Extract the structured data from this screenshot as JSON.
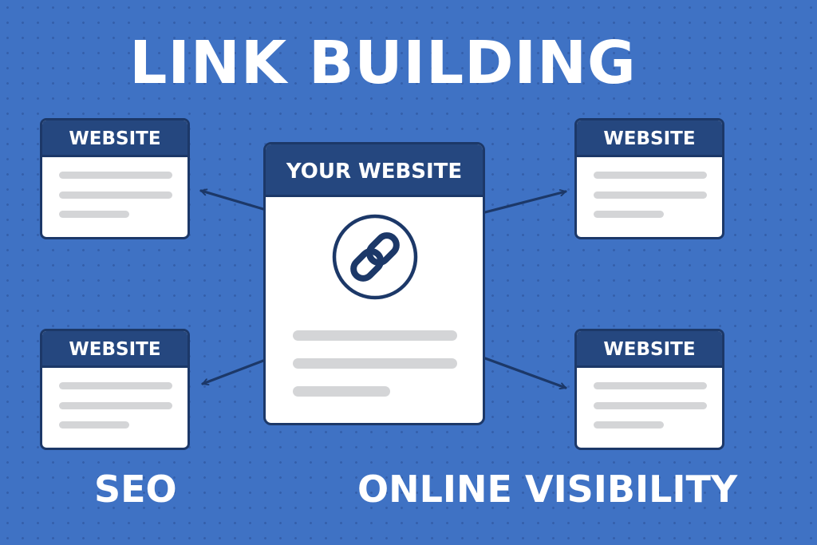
{
  "title": "LINK BUILDING",
  "center_card": {
    "header": "YOUR WEBSITE",
    "icon": "chain-link-icon"
  },
  "sites": [
    {
      "header": "WEBSITE"
    },
    {
      "header": "WEBSITE"
    },
    {
      "header": "WEBSITE"
    },
    {
      "header": "WEBSITE"
    }
  ],
  "captions": {
    "left": "SEO",
    "right": "ONLINE VISIBILITY"
  },
  "colors": {
    "background": "#3f72c4",
    "header": "#25477f",
    "border": "#1c3868",
    "text_lines": "#d4d5d7",
    "text": "#ffffff"
  }
}
